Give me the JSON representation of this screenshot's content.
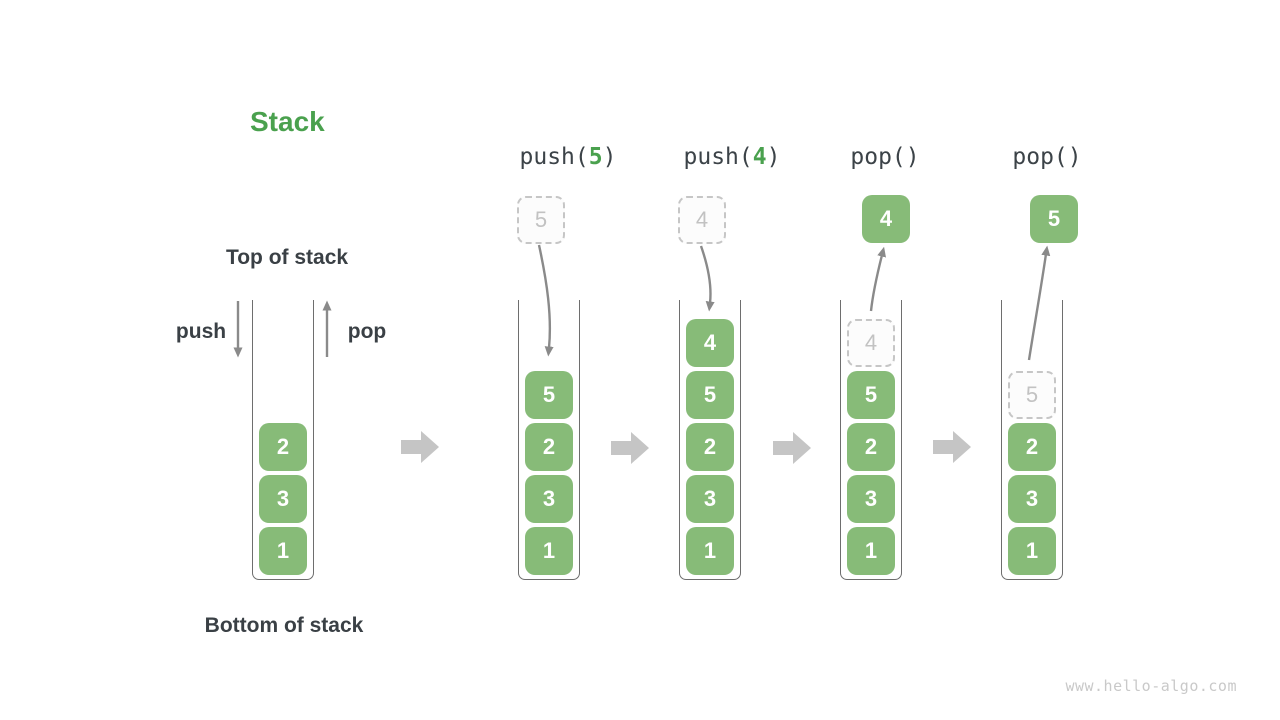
{
  "page": {
    "title": "Stack",
    "watermark": "www.hello-algo.com"
  },
  "labels": {
    "top_of_stack": "Top of stack",
    "bottom_of_stack": "Bottom of stack",
    "push": "push",
    "pop": "pop"
  },
  "colors": {
    "accent_green": "#4AA14E",
    "box_green": "#87BB78",
    "dark_text": "#3A4045",
    "curve_arrow_gray": "#8A8A8A",
    "block_arrow_gray": "#C5C5C5",
    "ghost_gray": "#C2C2C2",
    "container_stroke": "#6E6E6E",
    "watermark_gray": "#C9C9C9"
  },
  "columns": [
    {
      "id": "initial",
      "operation": null,
      "floating": null,
      "stack": [
        {
          "value": "1"
        },
        {
          "value": "3"
        },
        {
          "value": "2"
        }
      ]
    },
    {
      "id": "push-5",
      "operation": {
        "prefix": "push(",
        "arg": "5",
        "suffix": ")"
      },
      "floating": {
        "value": "5",
        "style": "ghost"
      },
      "stack": [
        {
          "value": "1"
        },
        {
          "value": "3"
        },
        {
          "value": "2"
        },
        {
          "value": "5"
        }
      ]
    },
    {
      "id": "push-4",
      "operation": {
        "prefix": "push(",
        "arg": "4",
        "suffix": ")"
      },
      "floating": {
        "value": "4",
        "style": "ghost"
      },
      "stack": [
        {
          "value": "1"
        },
        {
          "value": "3"
        },
        {
          "value": "2"
        },
        {
          "value": "5"
        },
        {
          "value": "4"
        }
      ]
    },
    {
      "id": "pop-first",
      "operation": {
        "prefix": "pop(",
        "arg": "",
        "suffix": ")"
      },
      "floating": {
        "value": "4",
        "style": "solid"
      },
      "stack": [
        {
          "value": "1"
        },
        {
          "value": "3"
        },
        {
          "value": "2"
        },
        {
          "value": "5"
        },
        {
          "value": "4",
          "ghost": true
        }
      ]
    },
    {
      "id": "pop-second",
      "operation": {
        "prefix": "pop(",
        "arg": "",
        "suffix": ")"
      },
      "floating": {
        "value": "5",
        "style": "solid"
      },
      "stack": [
        {
          "value": "1"
        },
        {
          "value": "3"
        },
        {
          "value": "2"
        },
        {
          "value": "5",
          "ghost": true
        }
      ]
    }
  ]
}
